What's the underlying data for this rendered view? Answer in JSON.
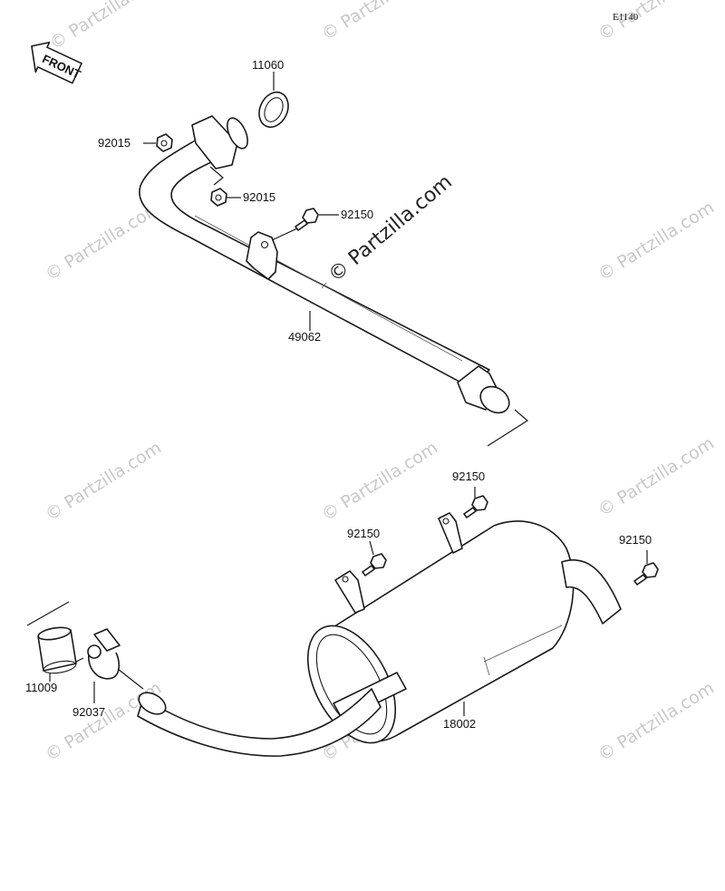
{
  "diagram_code": "E1140",
  "front_label": "FRONT",
  "watermark": "© Partzilla.com",
  "watermark_center": "© Partzilla.com",
  "parts": {
    "gasket": "11060",
    "nut_upper": "92015",
    "nut_lower": "92015",
    "bolt_pipe": "92150",
    "exhaust_pipe": "49062",
    "bolt_muffler_top": "92150",
    "bolt_muffler_mid": "92150",
    "bolt_muffler_right": "92150",
    "sleeve": "11009",
    "clamp": "92037",
    "muffler": "18002"
  }
}
